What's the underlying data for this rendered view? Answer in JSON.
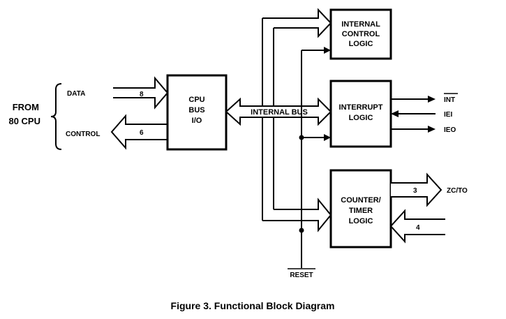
{
  "diagram": {
    "source_label": [
      "FROM",
      "80 CPU"
    ],
    "blocks": {
      "cpu_bus_io": [
        "CPU",
        "BUS",
        "I/O"
      ],
      "internal_control_logic": [
        "INTERNAL",
        "CONTROL",
        "LOGIC"
      ],
      "interrupt_logic": [
        "INTERRUPT",
        "LOGIC"
      ],
      "counter_timer_logic": [
        "COUNTER/",
        "TIMER",
        "LOGIC"
      ]
    },
    "bus_labels": {
      "data": "DATA",
      "data_width": "8",
      "control": "CONTROL",
      "control_width": "6",
      "internal_bus": "INTERNAL BUS",
      "zc_to_width": "3",
      "clk_trg_width": "4"
    },
    "signals": {
      "int": "INT",
      "iei": "IEI",
      "ieo": "IEO",
      "zc_to": "ZC/TO",
      "reset": "RESET"
    },
    "caption": "Figure 3. Functional Block Diagram"
  }
}
